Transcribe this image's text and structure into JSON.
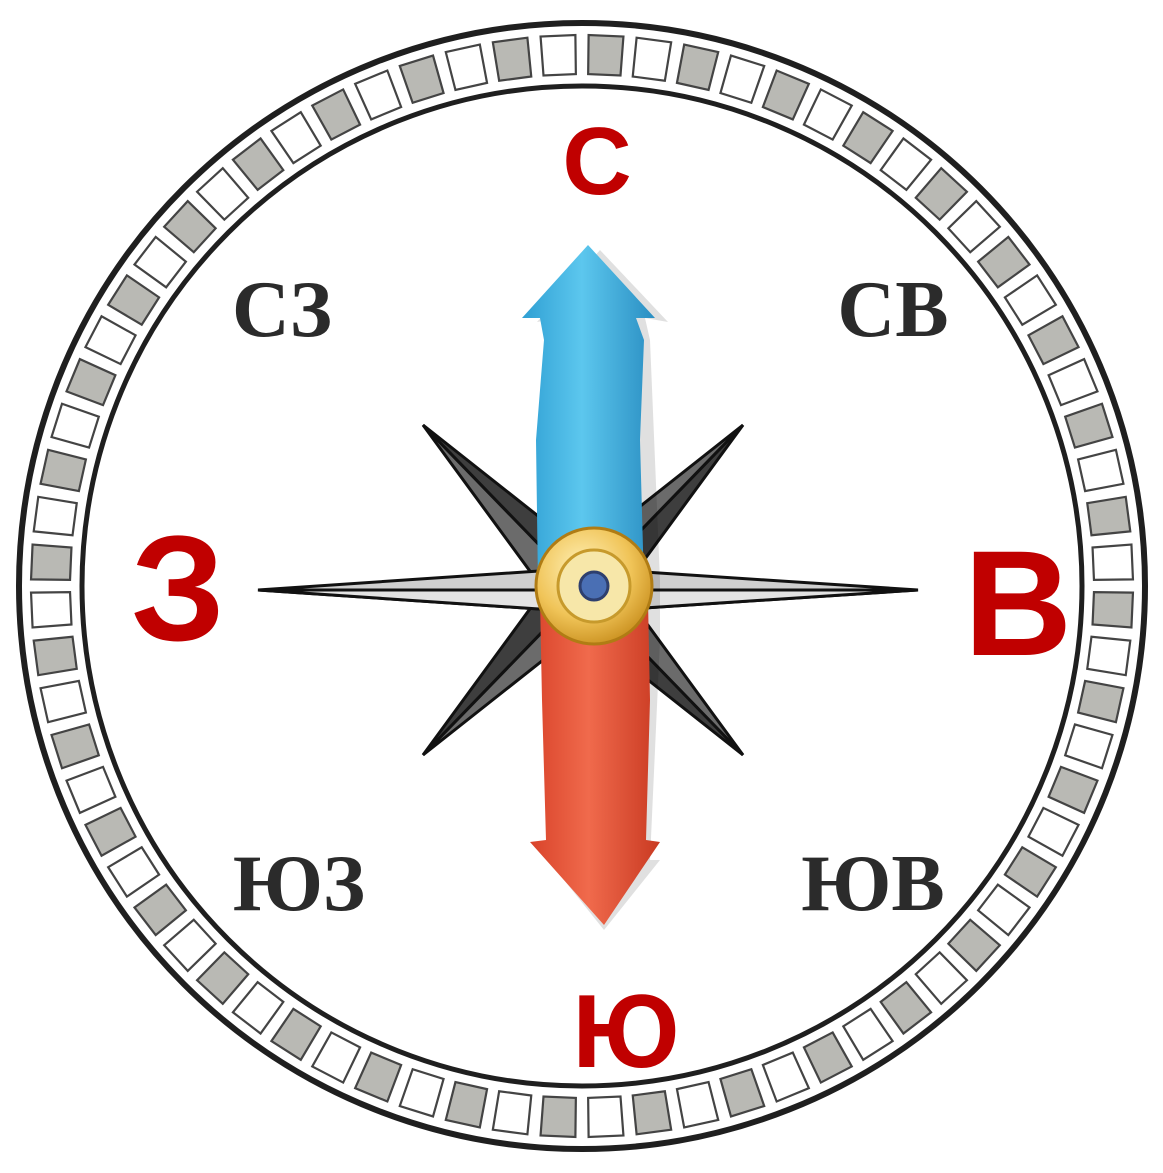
{
  "compass": {
    "primary": {
      "north": "С",
      "south": "Ю",
      "west": "З",
      "east": "В"
    },
    "intercardinal": {
      "northwest": "СЗ",
      "northeast": "СВ",
      "southwest": "ЮЗ",
      "southeast": "ЮВ"
    }
  },
  "colors": {
    "primary_label": "#c00000",
    "needle_north": "#3ab4e2",
    "needle_south": "#e8553a",
    "pivot_ring": "#e6b94a",
    "pivot_center": "#4a6fb4",
    "star_dark": "#6b6b6b",
    "star_light": "#cfcfcf",
    "bezel_cell": "#b9b9b4"
  },
  "bezel": {
    "divisions": 72
  }
}
